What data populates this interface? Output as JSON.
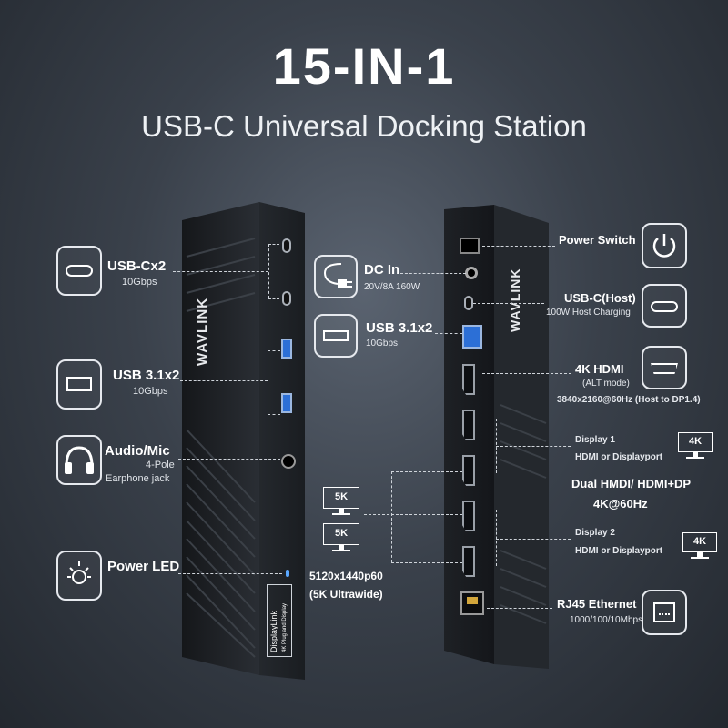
{
  "header": {
    "title": "15-IN-1",
    "subtitle": "USB-C Universal Docking Station"
  },
  "left_features": {
    "usbc": {
      "label": "USB-Cx2",
      "sub": "10Gbps"
    },
    "usb31": {
      "label": "USB 3.1x2",
      "sub": "10Gbps"
    },
    "audio": {
      "label": "Audio/Mic",
      "sub1": "4-Pole",
      "sub2": "Earphone jack"
    },
    "power_led": {
      "label": "Power LED"
    }
  },
  "middle_features": {
    "dc_in": {
      "label": "DC In",
      "sub": "20V/8A 160W"
    },
    "usb31": {
      "label": "USB 3.1x2",
      "sub": "10Gbps"
    },
    "fivek_badge_1": "5K",
    "fivek_badge_2": "5K",
    "resolution": "5120x1440p60",
    "resolution_sub": "(5K Ultrawide)"
  },
  "right_features": {
    "power_switch": {
      "label": "Power Switch"
    },
    "usbc_host": {
      "label": "USB-C(Host)",
      "sub": "100W Host Charging"
    },
    "hdmi4k": {
      "label": "4K HDMI",
      "sub1": "(ALT mode)",
      "sub2": "3840x2160@60Hz (Host to DP1.4)"
    },
    "display1": {
      "label": "Display 1",
      "sub": "HDMI or Displayport",
      "badge": "4K"
    },
    "dual": {
      "label": "Dual  HMDI/ HDMI+DP",
      "sub": "4K@60Hz"
    },
    "display2": {
      "label": "Display 2",
      "sub": "HDMI or Displayport",
      "badge": "4K"
    },
    "rj45": {
      "label": "RJ45 Ethernet",
      "sub": "1000/100/10Mbps"
    }
  },
  "device": {
    "brand": "WAVLINK",
    "displaylink": "DisplayLink",
    "displaylink_sub": "4K Plug and Display"
  },
  "colors": {
    "background": "#3a414b",
    "device_body": "#1c1f23",
    "usb_blue": "#2c6fd6",
    "line": "#cfd4da"
  }
}
